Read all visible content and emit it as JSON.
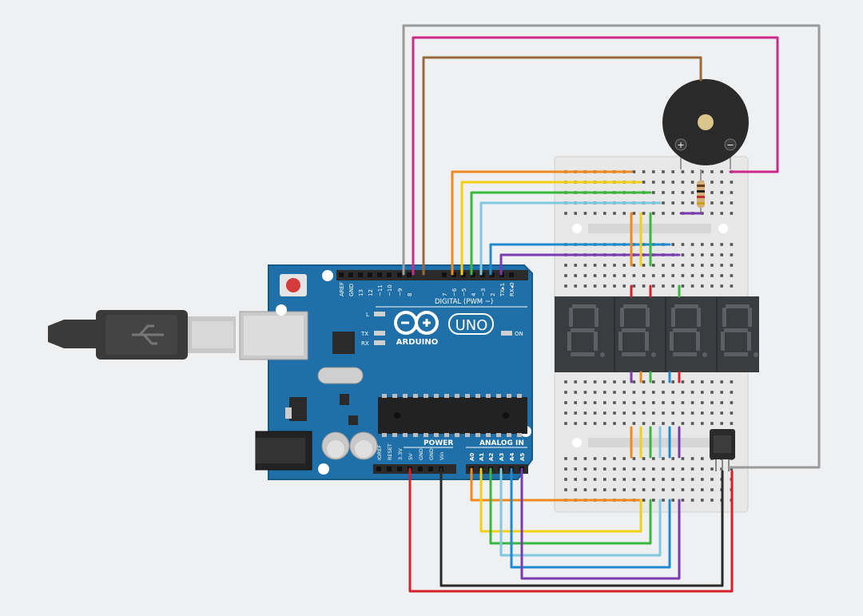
{
  "arduino": {
    "model_label": "UNO",
    "brand_label": "ARDUINO",
    "digital_header_label": "DIGITAL (PWM ~)",
    "power_header_label": "POWER",
    "analog_header_label": "ANALOG IN",
    "led_l": "L",
    "led_tx": "TX",
    "led_rx": "RX",
    "led_on": "ON",
    "digital_pins": [
      "AREF",
      "GND",
      "13",
      "12",
      "~11",
      "~10",
      "~9",
      "8",
      "7",
      "~6",
      "~5",
      "4",
      "~3",
      "2",
      "TX▸1",
      "RX◂0"
    ],
    "power_pins": [
      "IOREF",
      "RESET",
      "3.3V",
      "5V",
      "GND",
      "GND",
      "Vin"
    ],
    "analog_pins": [
      "A0",
      "A1",
      "A2",
      "A3",
      "A4",
      "A5"
    ]
  },
  "buzzer": {
    "plus_label": "+",
    "minus_label": "−"
  },
  "wires": {
    "gray": "#9a9a9a",
    "magenta": "#cc2a8a",
    "brown": "#9a6a3a",
    "orange": "#f08a1e",
    "yellow": "#f2d016",
    "green": "#3ab83c",
    "lightblue": "#7fc8e0",
    "blue": "#1f8ad0",
    "purple": "#7a3ab0",
    "red": "#d6212a",
    "black": "#2a2a2a"
  }
}
